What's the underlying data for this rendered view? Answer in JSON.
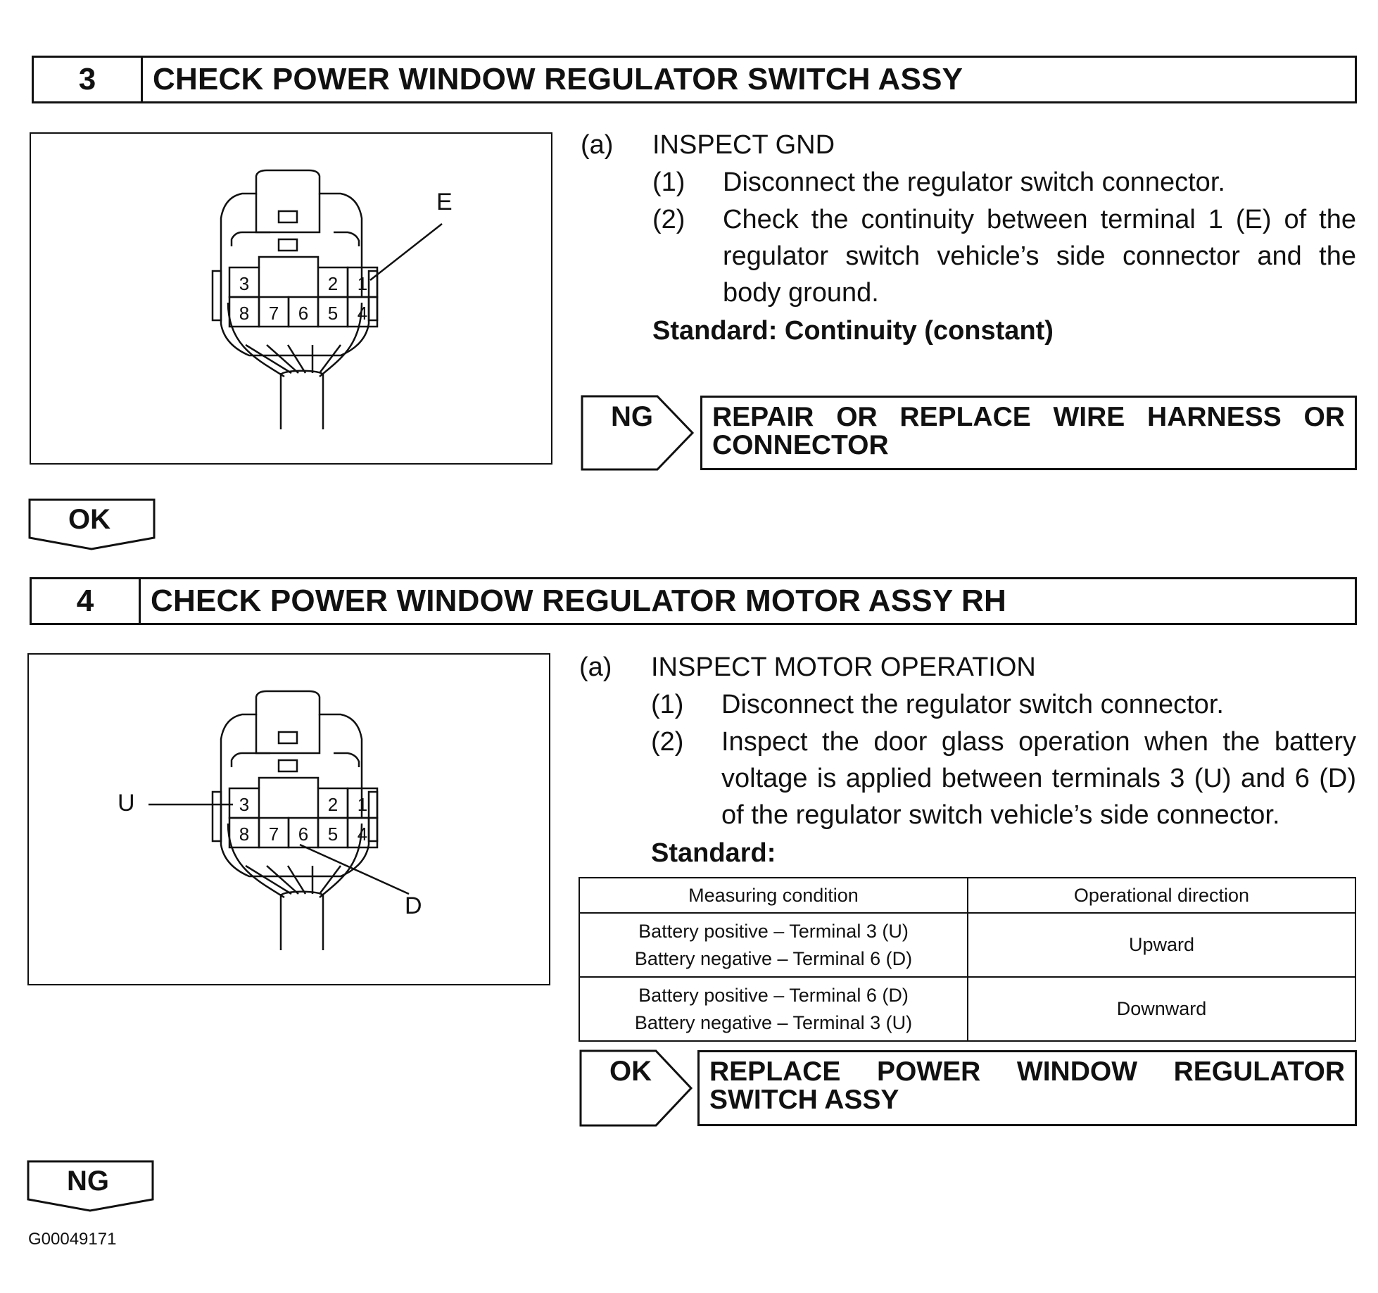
{
  "steps": [
    {
      "number": "3",
      "title": "CHECK POWER WINDOW REGULATOR SWITCH ASSY",
      "figure": {
        "pins_top": [
          "3",
          "2",
          "1"
        ],
        "pins_bottom": [
          "8",
          "7",
          "6",
          "5",
          "4"
        ],
        "callouts": [
          "E"
        ]
      },
      "substep_marker": "(a)",
      "substep_title": "INSPECT GND",
      "instructions": [
        {
          "num": "(1)",
          "text": "Disconnect the regulator switch connector."
        },
        {
          "num": "(2)",
          "text": "Check the continuity between terminal 1 (E) of the regulator switch vehicle’s side connector and the body ground."
        }
      ],
      "standard": "Standard: Continuity (constant)",
      "result": {
        "tab_label": "NG",
        "line1": [
          "REPAIR",
          "OR",
          "REPLACE",
          "WIRE",
          "HARNESS",
          "OR"
        ],
        "line2": "CONNECTOR"
      },
      "flow_label": "OK"
    },
    {
      "number": "4",
      "title": "CHECK POWER WINDOW REGULATOR MOTOR ASSY RH",
      "figure": {
        "pins_top": [
          "3",
          "2",
          "1"
        ],
        "pins_bottom": [
          "8",
          "7",
          "6",
          "5",
          "4"
        ],
        "callouts": [
          "U",
          "D"
        ]
      },
      "substep_marker": "(a)",
      "substep_title": "INSPECT MOTOR OPERATION",
      "instructions": [
        {
          "num": "(1)",
          "text": "Disconnect the regulator switch connector."
        },
        {
          "num": "(2)",
          "text": "Inspect the door glass operation when the battery voltage is applied between terminals 3 (U) and 6 (D) of the regulator switch vehicle’s side connector."
        }
      ],
      "standard": "Standard:",
      "table": {
        "headers": [
          "Measuring condition",
          "Operational direction"
        ],
        "rows": [
          {
            "condition": [
              "Battery positive – Terminal 3 (U)",
              "Battery negative – Terminal 6 (D)"
            ],
            "direction": "Upward"
          },
          {
            "condition": [
              "Battery positive – Terminal 6 (D)",
              "Battery negative – Terminal 3 (U)"
            ],
            "direction": "Downward"
          }
        ]
      },
      "result": {
        "tab_label": "OK",
        "line1": [
          "REPLACE",
          "POWER",
          "WINDOW",
          "REGULATOR"
        ],
        "line2": "SWITCH ASSY"
      },
      "flow_label": "NG"
    }
  ],
  "footer_code": "G00049171"
}
